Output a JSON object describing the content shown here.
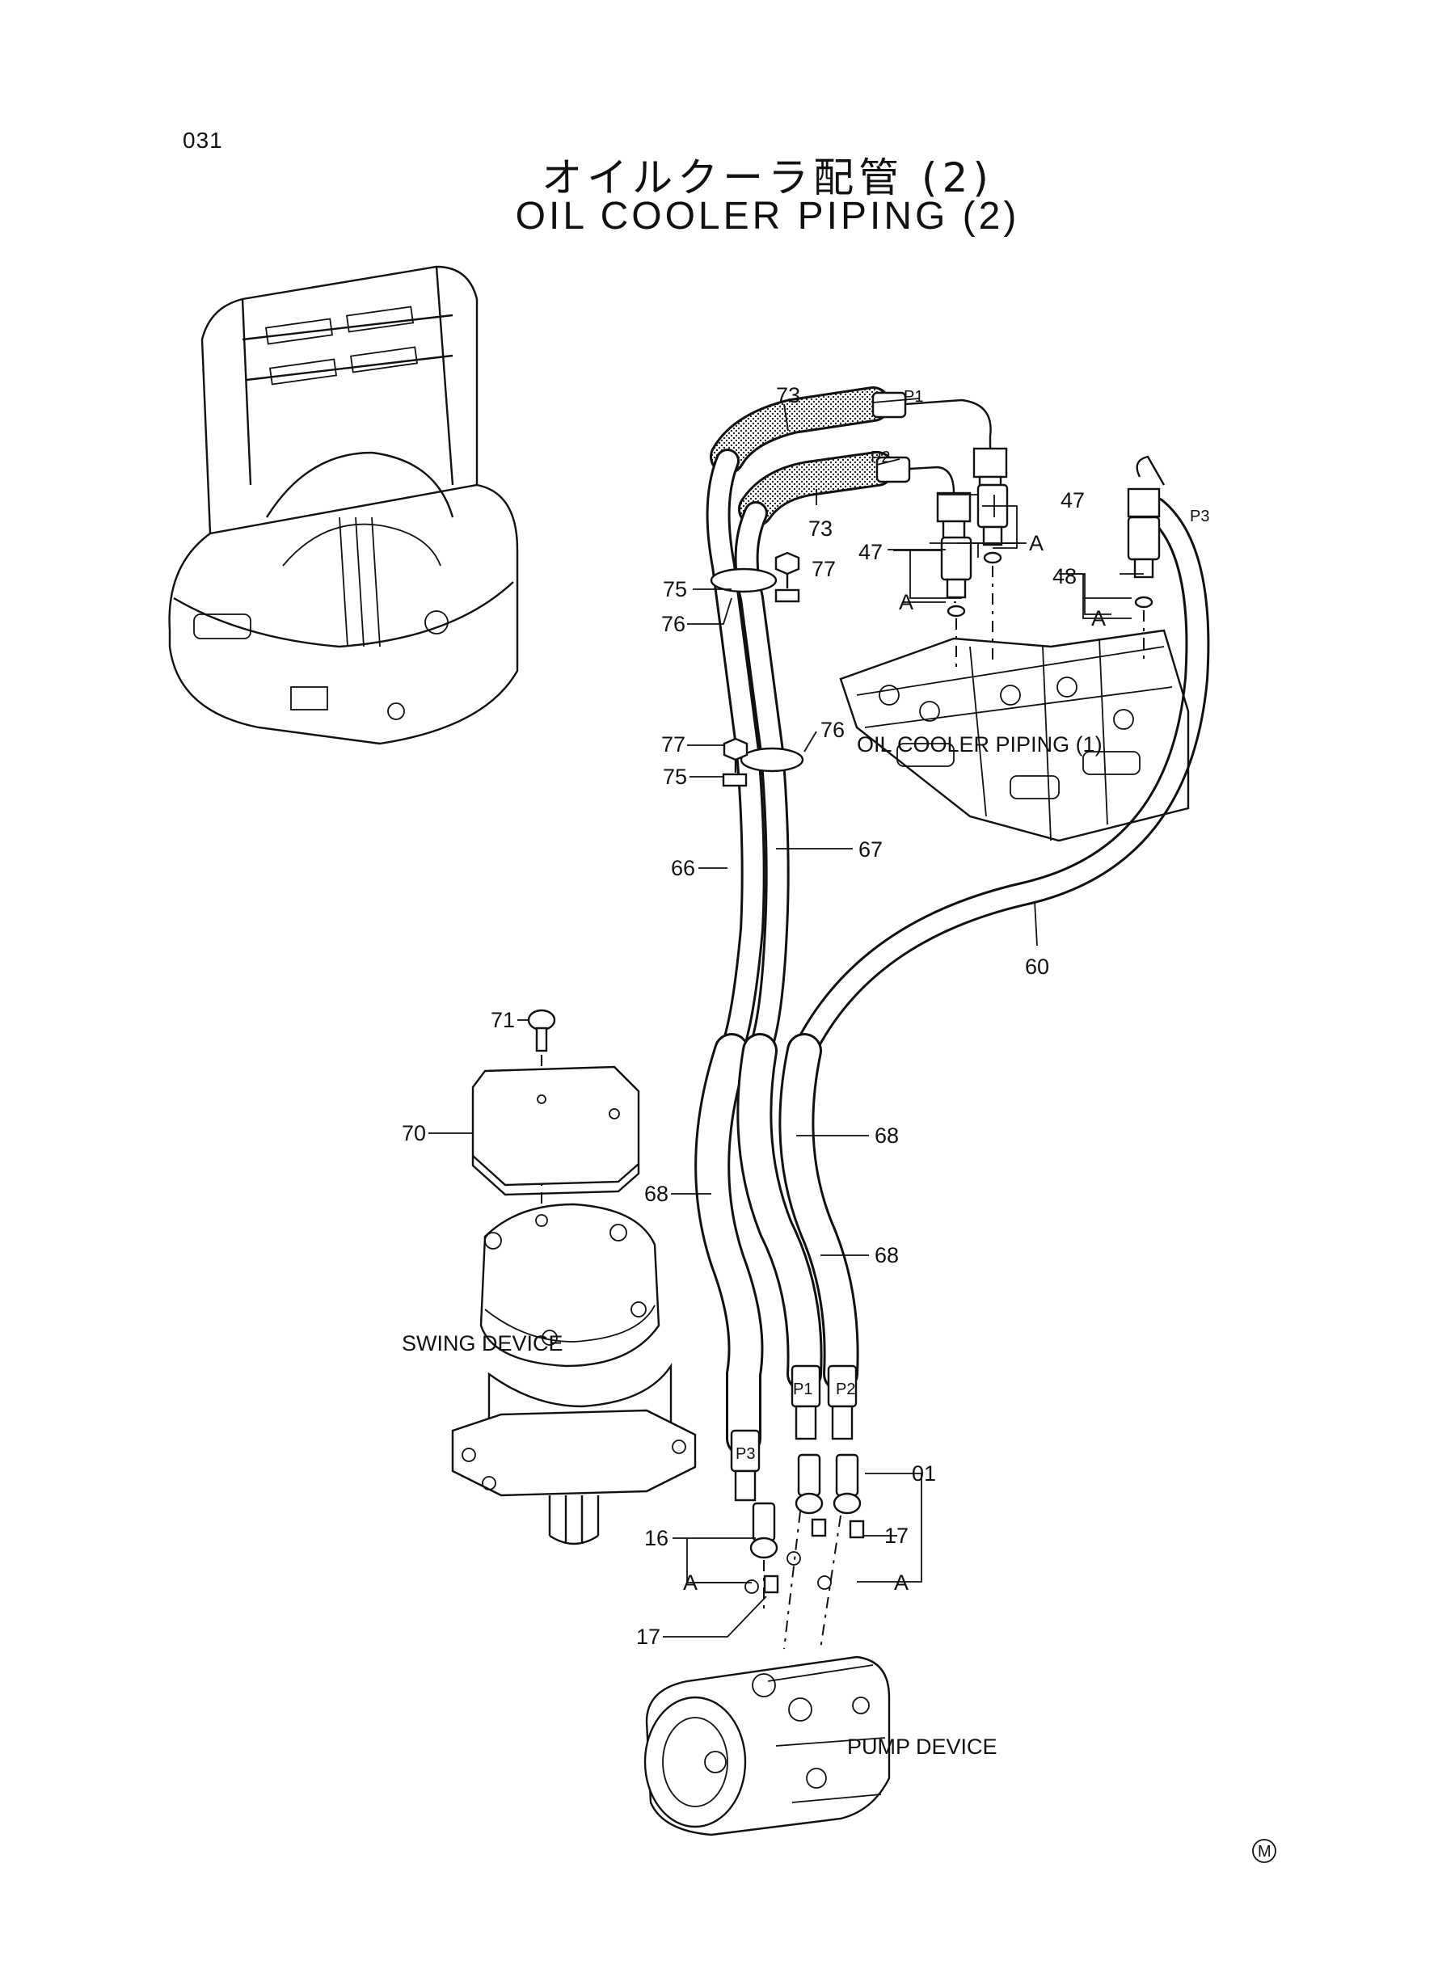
{
  "page_number": "031",
  "title_jp": "オイルクーラ配管 (2)",
  "title_en": "OIL COOLER PIPING (2)",
  "assemblies": {
    "swing_device": "SWING DEVICE",
    "pump_device": "PUMP DEVICE",
    "oil_cooler_piping_1": "OIL COOLER PIPING (1)"
  },
  "port_labels": {
    "p1": "P1",
    "p2": "P2",
    "p3": "P3"
  },
  "view_marker": "A",
  "callouts": {
    "c01": "01",
    "c16": "16",
    "c17": "17",
    "c47": "47",
    "c48": "48",
    "c60": "60",
    "c66": "66",
    "c67": "67",
    "c68": "68",
    "c70": "70",
    "c71": "71",
    "c73": "73",
    "c75": "75",
    "c76": "76",
    "c77": "77"
  },
  "mark": "M"
}
